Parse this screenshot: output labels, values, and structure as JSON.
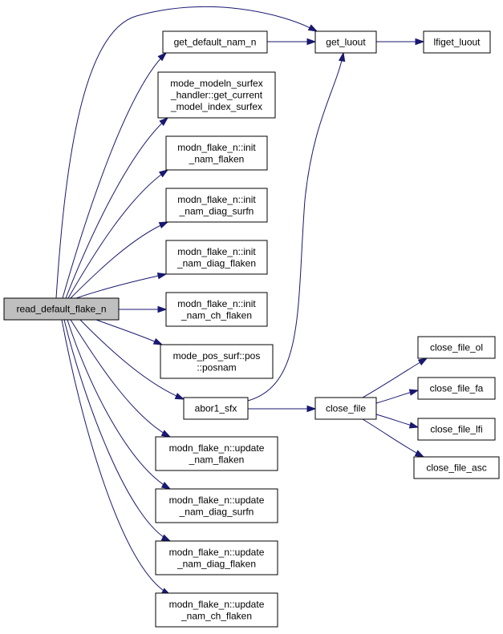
{
  "graph": {
    "nodes": {
      "root": [
        "read_default_flake_n"
      ],
      "get_default_nam_n": [
        "get_default_nam_n"
      ],
      "get_luout": [
        "get_luout"
      ],
      "lfiget_luout": [
        "lfiget_luout"
      ],
      "mode_modeln": [
        "mode_modeln_surfex",
        "_handler::get_current",
        "_model_index_surfex"
      ],
      "init_nam_flaken": [
        "modn_flake_n::init",
        "_nam_flaken"
      ],
      "init_nam_diag_surfn": [
        "modn_flake_n::init",
        "_nam_diag_surfn"
      ],
      "init_nam_diag_flaken": [
        "modn_flake_n::init",
        "_nam_diag_flaken"
      ],
      "init_nam_ch_flaken": [
        "modn_flake_n::init",
        "_nam_ch_flaken"
      ],
      "posnam": [
        "mode_pos_surf::pos",
        "::posnam"
      ],
      "abor1_sfx": [
        "abor1_sfx"
      ],
      "close_file": [
        "close_file"
      ],
      "close_file_ol": [
        "close_file_ol"
      ],
      "close_file_fa": [
        "close_file_fa"
      ],
      "close_file_lfi": [
        "close_file_lfi"
      ],
      "close_file_asc": [
        "close_file_asc"
      ],
      "update_nam_flaken": [
        "modn_flake_n::update",
        "_nam_flaken"
      ],
      "update_nam_diag_surfn": [
        "modn_flake_n::update",
        "_nam_diag_surfn"
      ],
      "update_nam_diag_flaken": [
        "modn_flake_n::update",
        "_nam_diag_flaken"
      ],
      "update_nam_ch_flaken": [
        "modn_flake_n::update",
        "_nam_ch_flaken"
      ]
    },
    "edges": [
      [
        "root",
        "get_default_nam_n"
      ],
      [
        "root",
        "get_luout"
      ],
      [
        "root",
        "mode_modeln"
      ],
      [
        "root",
        "init_nam_flaken"
      ],
      [
        "root",
        "init_nam_diag_surfn"
      ],
      [
        "root",
        "init_nam_diag_flaken"
      ],
      [
        "root",
        "init_nam_ch_flaken"
      ],
      [
        "root",
        "posnam"
      ],
      [
        "root",
        "abor1_sfx"
      ],
      [
        "root",
        "update_nam_flaken"
      ],
      [
        "root",
        "update_nam_diag_surfn"
      ],
      [
        "root",
        "update_nam_diag_flaken"
      ],
      [
        "root",
        "update_nam_ch_flaken"
      ],
      [
        "get_default_nam_n",
        "get_luout"
      ],
      [
        "get_luout",
        "lfiget_luout"
      ],
      [
        "abor1_sfx",
        "get_luout"
      ],
      [
        "abor1_sfx",
        "close_file"
      ],
      [
        "close_file",
        "close_file_ol"
      ],
      [
        "close_file",
        "close_file_fa"
      ],
      [
        "close_file",
        "close_file_lfi"
      ],
      [
        "close_file",
        "close_file_asc"
      ]
    ],
    "colors": {
      "edge": "#191970",
      "root_fill": "#bfbfbf",
      "node_fill": "#ffffff",
      "node_stroke": "#000000"
    }
  }
}
